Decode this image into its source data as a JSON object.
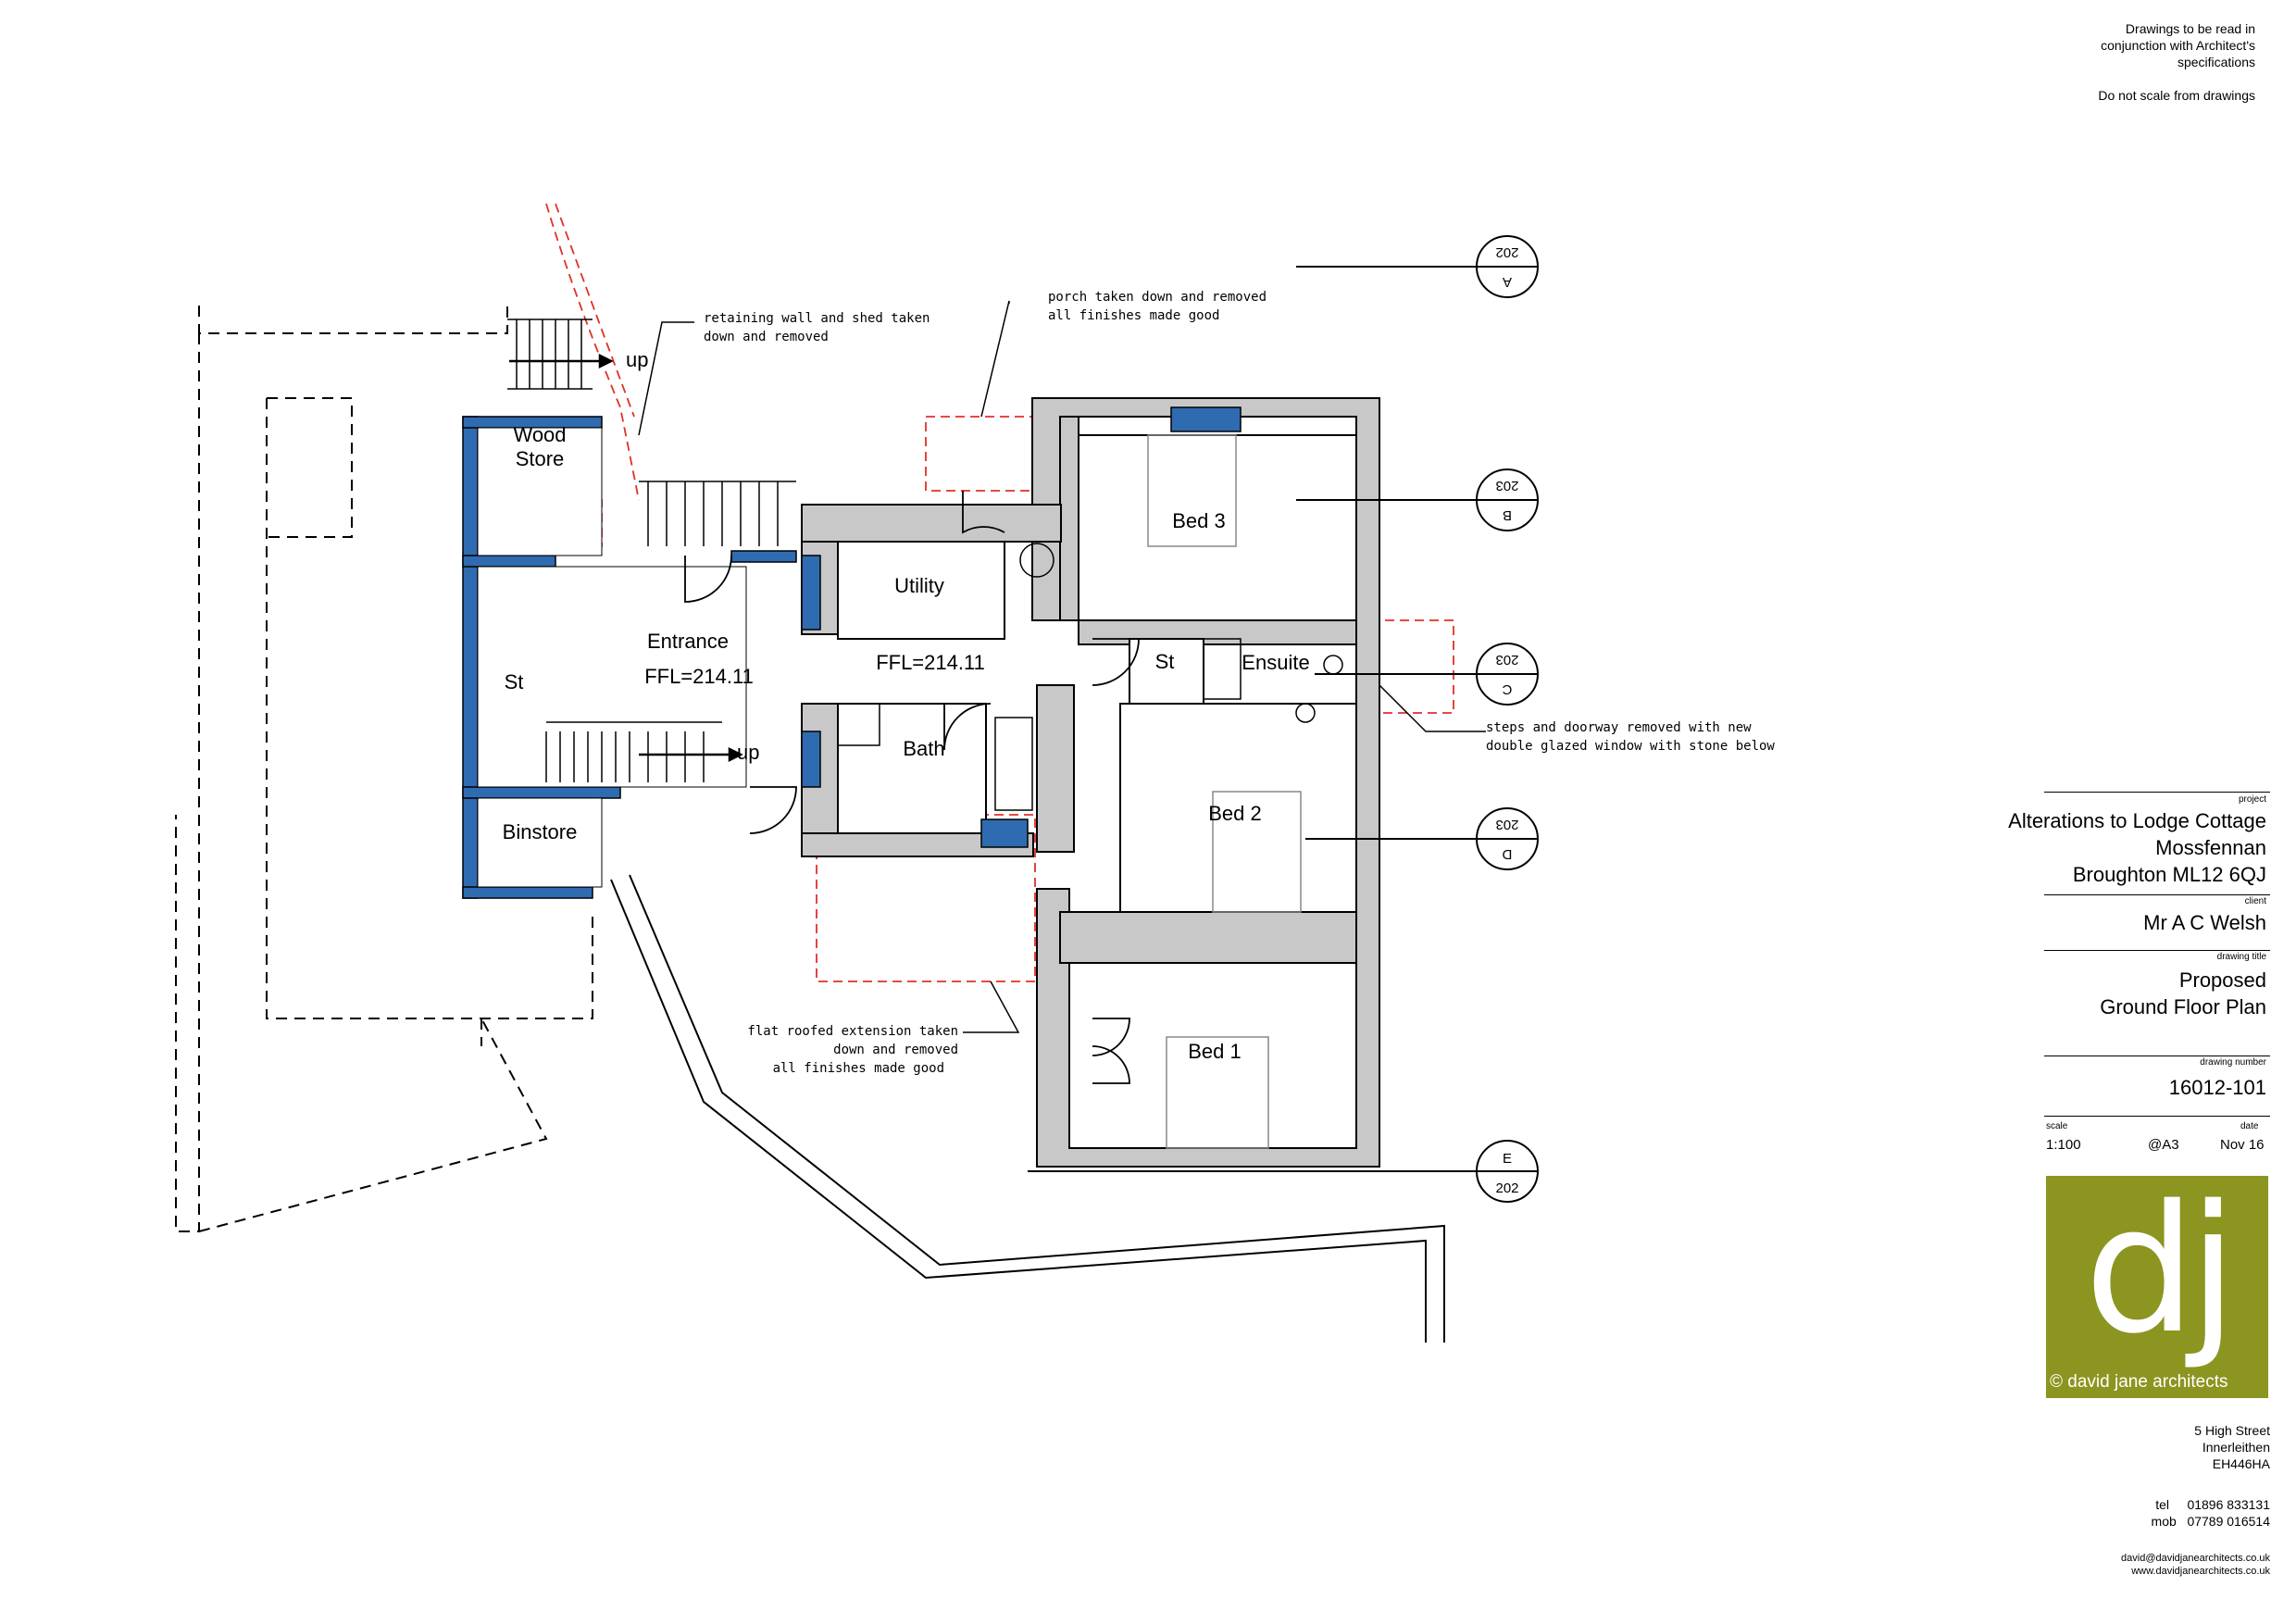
{
  "notes": {
    "line1": "Drawings to be read in",
    "line2": "conjunction with Architect's",
    "line3": "specifications",
    "line4": "Do not scale from drawings"
  },
  "rooms": {
    "wood_store_1": "Wood",
    "wood_store_2": "Store",
    "entrance": "Entrance",
    "entrance_ffl": "FFL=214.11",
    "st_left": "St",
    "binstore": "Binstore",
    "utility": "Utility",
    "hall_ffl": "FFL=214.11",
    "bath": "Bath",
    "bed3": "Bed 3",
    "st_hall": "St",
    "ensuite": "Ensuite",
    "bed2": "Bed 2",
    "bed1": "Bed 1",
    "up1": "up",
    "up2": "up"
  },
  "annotations": {
    "retaining_1": "retaining wall and shed taken",
    "retaining_2": "down and removed",
    "porch_1": "porch taken down and removed",
    "porch_2": "all finishes made good",
    "steps_1": "steps and doorway removed with new",
    "steps_2": "double glazed window with stone below",
    "flat_1": "flat roofed extension taken",
    "flat_2": "down and removed",
    "flat_3": "all finishes made good"
  },
  "sections": {
    "a_letter": "A",
    "a_num": "202",
    "b_letter": "B",
    "b_num": "203",
    "c_letter": "C",
    "c_num": "203",
    "d_letter": "D",
    "d_num": "203",
    "e_letter": "E",
    "e_num": "202"
  },
  "title_block": {
    "project_label": "project",
    "project_1": "Alterations to Lodge Cottage",
    "project_2": "Mossfennan",
    "project_3": "Broughton ML12 6QJ",
    "client_label": "client",
    "client": "Mr A C Welsh",
    "title_label": "drawing title",
    "title_1": "Proposed",
    "title_2": "Ground Floor Plan",
    "number_label": "drawing number",
    "number": "16012-101",
    "scale_label": "scale",
    "date_label": "date",
    "scale": "1:100",
    "paper": "@A3",
    "date": "Nov 16"
  },
  "logo": {
    "mark": "dj",
    "text": "© david jane architects",
    "color": "#8b9520"
  },
  "address": {
    "line1": "5 High Street",
    "line2": "Innerleithen",
    "line3": "EH446HA"
  },
  "contact": {
    "tel_label": "tel",
    "tel": "01896 833131",
    "mob_label": "mob",
    "mob": "07789 016514",
    "email": "david@davidjanearchitects.co.uk",
    "web": "www.davidjanearchitects.co.uk"
  },
  "colors": {
    "existing_wall": "#c8c8c8",
    "new_wall": "#2f6bb0",
    "demolition": "#e0302a"
  }
}
